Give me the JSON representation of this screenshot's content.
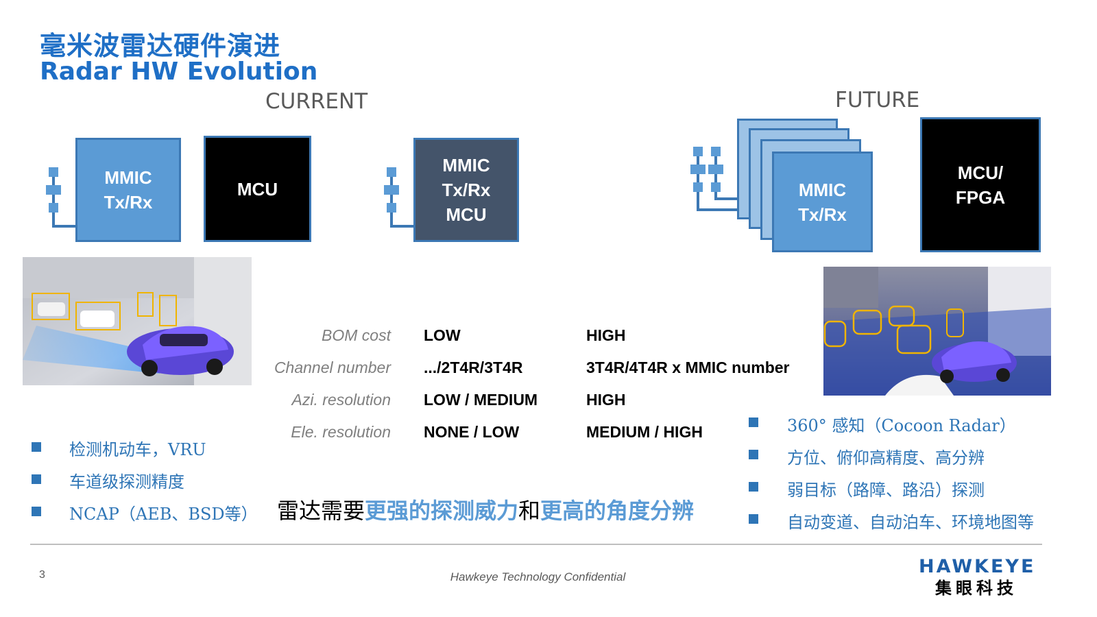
{
  "title": {
    "cn": "毫米波雷达硬件演进",
    "en": "Radar HW Evolution"
  },
  "headers": {
    "current": "CURRENT",
    "future": "FUTURE"
  },
  "current": {
    "mmic": {
      "line1": "MMIC",
      "line2": "Tx/Rx"
    },
    "mcu": "MCU",
    "soc": {
      "line1": "MMIC",
      "line2": "Tx/Rx",
      "line3": "MCU"
    }
  },
  "future": {
    "mmic": {
      "line1": "MMIC",
      "line2": "Tx/Rx"
    },
    "mcu": {
      "line1": "MCU/",
      "line2": "FPGA"
    }
  },
  "table": [
    {
      "label": "BOM cost",
      "current": "LOW",
      "future": "HIGH"
    },
    {
      "label": "Channel number",
      "current": ".../2T4R/3T4R",
      "future": "3T4R/4T4R x MMIC number"
    },
    {
      "label": "Azi. resolution",
      "current": "LOW / MEDIUM",
      "future": "HIGH"
    },
    {
      "label": "Ele. resolution",
      "current": "NONE / LOW",
      "future": "MEDIUM / HIGH"
    }
  ],
  "bullets_left": [
    "检测机动车，VRU",
    "车道级探测精度",
    "NCAP（AEB、BSD等）"
  ],
  "bullets_right": [
    "360° 感知（Cocoon Radar）",
    "方位、俯仰高精度、高分辨",
    "弱目标（路障、路沿）探测",
    "自动变道、自动泊车、环境地图等"
  ],
  "callout": {
    "p1": "雷达需要",
    "p2": "更强的探测威力",
    "p3": "和",
    "p4": "更高的角度分辨"
  },
  "footer": {
    "page": "3",
    "confidential": "Hawkeye Technology Confidential",
    "logo_en": "HAWKEYE",
    "logo_cn": "集眼科技"
  },
  "colors": {
    "title": "#1f6fc6",
    "mmic_box": "#5b9bd5",
    "soc_box": "#44546a",
    "bullet": "#2e75b6"
  }
}
